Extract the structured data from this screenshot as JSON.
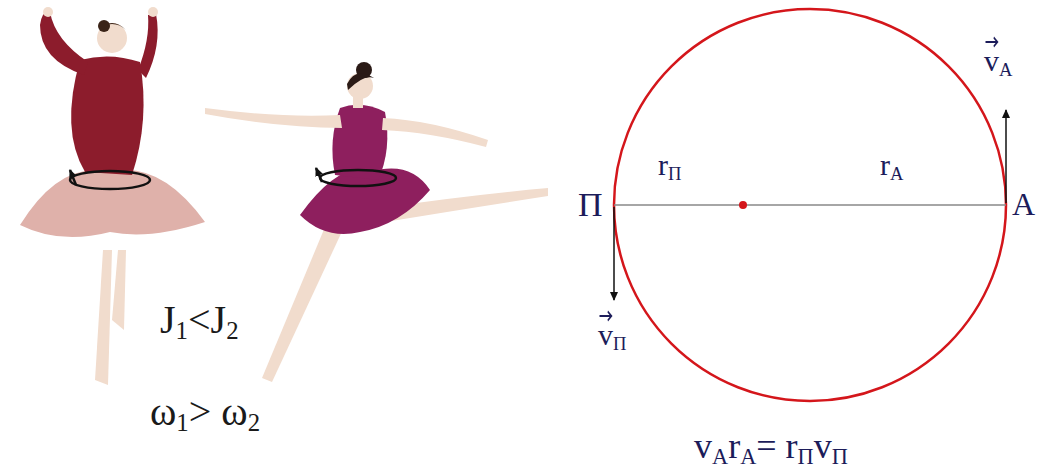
{
  "diagram": {
    "labels": [
      "J1<J2",
      "ω1> ω2",
      "П",
      "rП",
      "rА",
      "А",
      "vА",
      "vП",
      "vАrА= rПvП"
    ]
  }
}
